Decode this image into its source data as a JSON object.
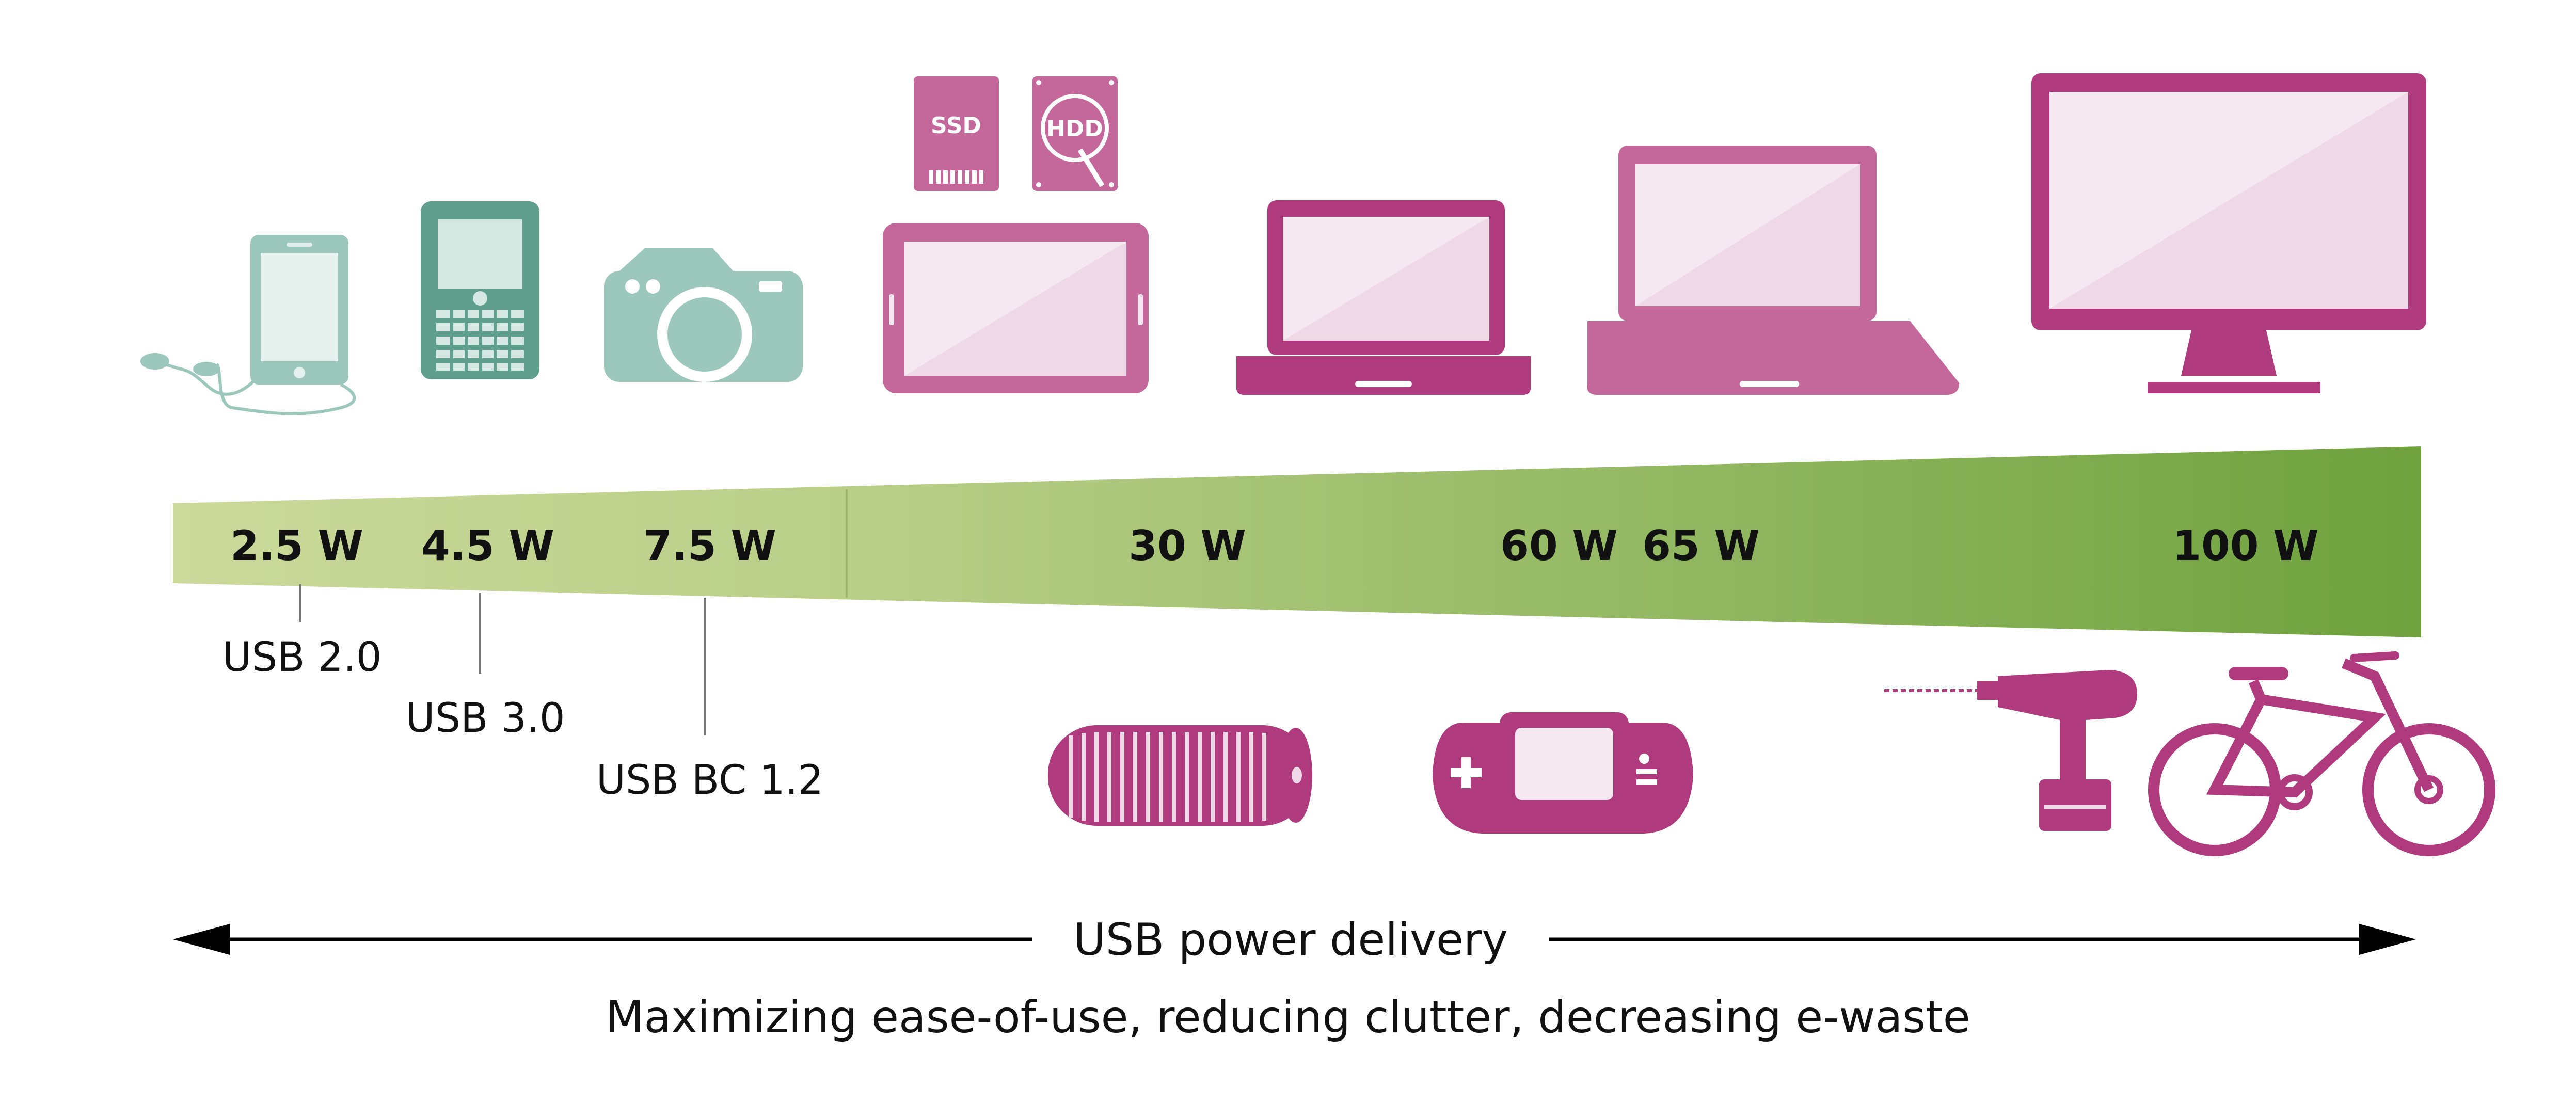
{
  "power_levels": [
    {
      "label": "2.5 W",
      "watts": 2.5
    },
    {
      "label": "4.5 W",
      "watts": 4.5
    },
    {
      "label": "7.5 W",
      "watts": 7.5
    },
    {
      "label": "30 W",
      "watts": 30
    },
    {
      "label": "60 W",
      "watts": 60
    },
    {
      "label": "65 W",
      "watts": 65
    },
    {
      "label": "100 W",
      "watts": 100
    }
  ],
  "standards": [
    {
      "label": "USB 2.0"
    },
    {
      "label": "USB 3.0"
    },
    {
      "label": "USB BC 1.2"
    }
  ],
  "storage_labels": {
    "ssd": "SSD",
    "hdd": "HDD"
  },
  "power_delivery_label": "USB power delivery",
  "tagline": "Maximizing ease-of-use, reducing clutter, decreasing e-waste",
  "icons": {
    "low_power": [
      "smartphone-with-earphones-icon",
      "keyboard-phone-icon",
      "camera-icon"
    ],
    "high_power": [
      "tablet-icon",
      "ssd-icon",
      "hdd-icon",
      "small-laptop-icon",
      "large-laptop-icon",
      "monitor-icon"
    ],
    "below": [
      "speaker-icon",
      "handheld-game-console-icon",
      "power-drill-icon",
      "e-bike-icon"
    ]
  },
  "colors": {
    "teal": "#9cc8bb",
    "teal_dark": "#5f9f8c",
    "magenta": "#b03a7e",
    "magenta_light": "#c4679a",
    "green_light": "#cbd99a",
    "green_dark": "#6fa23e"
  }
}
